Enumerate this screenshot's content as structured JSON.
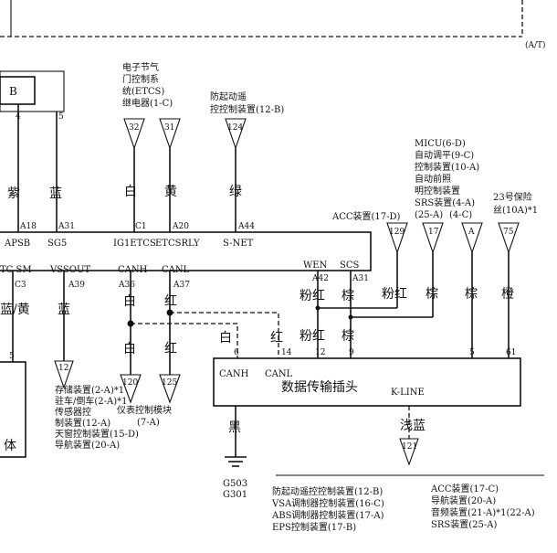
{
  "top_right_label": "(A/T)",
  "box_b_label": "B",
  "modules": {
    "etcs": [
      "电子节气",
      "门控制系",
      "统(ETCS)",
      "继电器(1-C)"
    ],
    "immobilizer": [
      "防起动遥",
      "控控制装置(12-B)"
    ],
    "micu": [
      "MICU(6-D)",
      "自动调平(9-C)",
      "控制装置(10-A)",
      "自动前照",
      "明控制装置",
      "SRS装置(4-A)"
    ],
    "acc": "ACC装置(17-D)",
    "acc_sub": [
      "(25-A)",
      "(4-C)"
    ],
    "fuse": [
      "23号保险",
      "丝(10A)*1"
    ]
  },
  "connectors": {
    "c32": "32",
    "c31": "31",
    "c124": "124",
    "c129": "129",
    "c17": "17",
    "ca": "A",
    "c75": "75",
    "c12": "12",
    "c120": "120",
    "c125": "125",
    "c121": "121"
  },
  "wire_colors": {
    "purple": "紫",
    "blue": "蓝",
    "white": "白",
    "yellow": "黄",
    "green": "绿",
    "pink_red": "粉红",
    "brown": "棕",
    "red": "红",
    "orange": "橙",
    "blue_yellow": "蓝/黄",
    "black": "黑",
    "light_blue": "浅蓝"
  },
  "pins": {
    "p4": "4",
    "p5": "5",
    "a18": "A18",
    "a31": "A31",
    "c1": "C1",
    "a20": "A20",
    "a44": "A44",
    "a42": "A42",
    "a31b": "A31",
    "c3": "C3",
    "a39": "A39",
    "a36": "A36",
    "a37": "A37",
    "p5b": "5",
    "p6": "6",
    "p14": "14",
    "p12": "12",
    "p9": "9",
    "p5c": "5",
    "p61": "61"
  },
  "signals": {
    "apsb": "APSB",
    "sg5": "SG5",
    "igietcs": "IG1ETCS",
    "etcsrly": "ETCSRLY",
    "snet": "S-NET",
    "wen": "WEN",
    "scs": "SCS",
    "tcsm": "TC SM",
    "vssout": "VSSOUT",
    "canh": "CANH",
    "canl": "CANL",
    "dlc_canh": "CANH",
    "dlc_canl": "CANL"
  },
  "dlc_title": "数据传输插头",
  "kline": "K-LINE",
  "body_char": "体",
  "ground": [
    "G503",
    "G301"
  ],
  "left_notes": [
    "存储装置(2-A)*1",
    "驻车/倒车(2-A)*1",
    "传感器控",
    "制装置(12-A)",
    "天窗控制装置(15-D)",
    "导航装置(20-A)"
  ],
  "gauge_label": [
    "仪表控制模块",
    "(7-A)"
  ],
  "bottom_list_left": [
    "防起动遥控控制装置(12-B)",
    "VSA调制器控制装置(16-C)",
    "ABS调制器控制装置(17-A)",
    "EPS控制装置(17-B)"
  ],
  "bottom_list_right": [
    "ACC装置(17-C)",
    "导航装置(20-A)",
    "音频装置(21-A)*1(22-A)",
    "SRS装置(25-A)"
  ]
}
